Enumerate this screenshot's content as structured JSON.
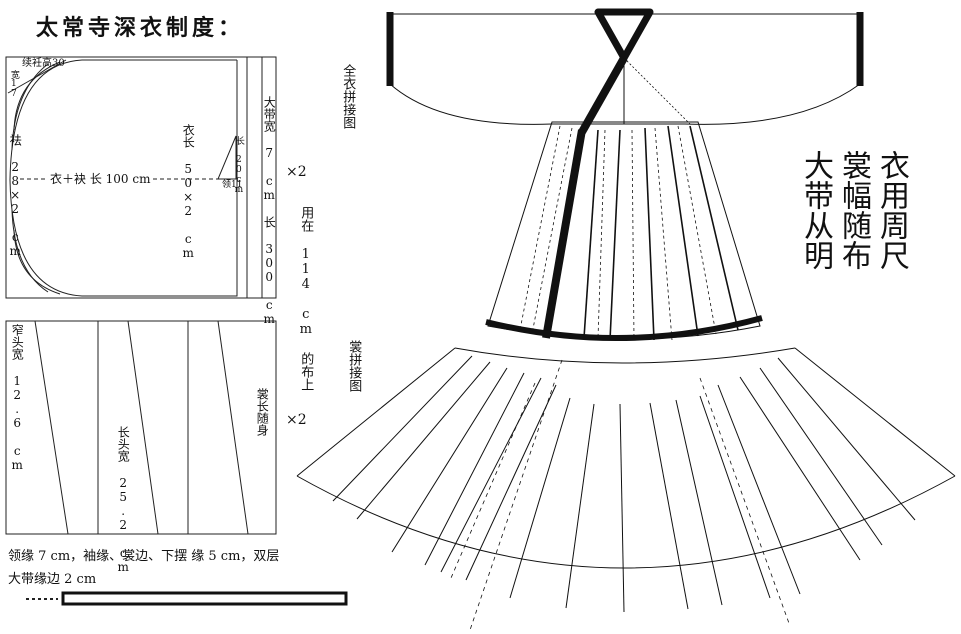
{
  "title": "太常寺深衣制度：",
  "upper_panel": {
    "collar_top": "续衽高30",
    "collar_width": "宽17",
    "cuff": "袪 28×2 cm",
    "body_sleeve": "衣＋袂 长 100 cm",
    "coat_length": "衣长 50×2 cm",
    "lapel_length": "长 20cm",
    "lapel_bottom": "领11",
    "belt": "大带宽 7 cm 长 300 cm",
    "multiplier": "×2"
  },
  "side_note": "用在 114 cm 的布上",
  "lower_panel": {
    "narrow_head": "窄头宽 12.6 cm",
    "long_head": "长头宽 25.2 cm",
    "skirt_length": "裳长随身",
    "multiplier": "×2"
  },
  "bottom_notes": {
    "line1": "领缘 7 cm，袖缘、裳边、下摆 缘 5 cm，双层",
    "line2": "大带缘边 2 cm"
  },
  "assembly_labels": {
    "full_garment": "全衣拼接图",
    "skirt": "裳拼接图"
  },
  "big_note": {
    "col1": "衣用周尺",
    "col2": "裳幅随布",
    "col3": "大带从明"
  }
}
